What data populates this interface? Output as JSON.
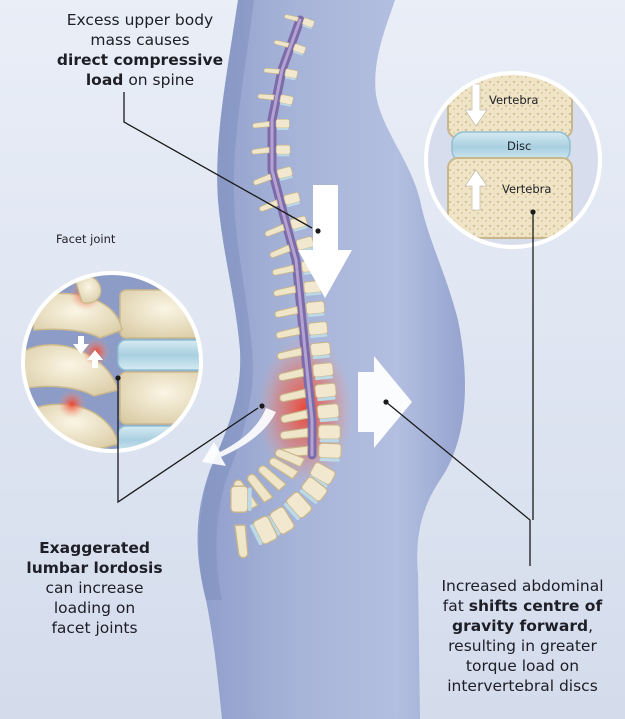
{
  "labels": {
    "top": {
      "line1": "Excess upper body",
      "line2": "mass causes",
      "line3_bold": "direct compressive",
      "line4_bold": "load",
      "line4_rest": " on spine"
    },
    "lordosis": {
      "line1_bold": "Exaggerated",
      "line2_bold": "lumbar lordosis",
      "line3": "can increase",
      "line4": "loading on",
      "line5": "facet joints"
    },
    "abdominal": {
      "line1": "Increased abdominal",
      "line2_pre": "fat ",
      "line2_bold": "shifts centre of",
      "line3_bold": "gravity forward",
      "line3_rest": ",",
      "line4": "resulting in greater",
      "line5": "torque load on",
      "line6": "intervertebral discs"
    },
    "facet_joint": "Facet joint",
    "vertebra_top": "Vertebra",
    "disc": "Disc",
    "vertebra_bottom": "Vertebra"
  },
  "colors": {
    "background": "#dfe6f2",
    "body": "#a4b2d6",
    "body_dark": "#7f8fbd",
    "bone": "#f2ead2",
    "disc": "#bcd9e6",
    "inflammation": "#ea3b2a",
    "spinal_cord": "#8a78b0",
    "arrow": "#ffffff",
    "leader_line": "#1a1a1a"
  }
}
